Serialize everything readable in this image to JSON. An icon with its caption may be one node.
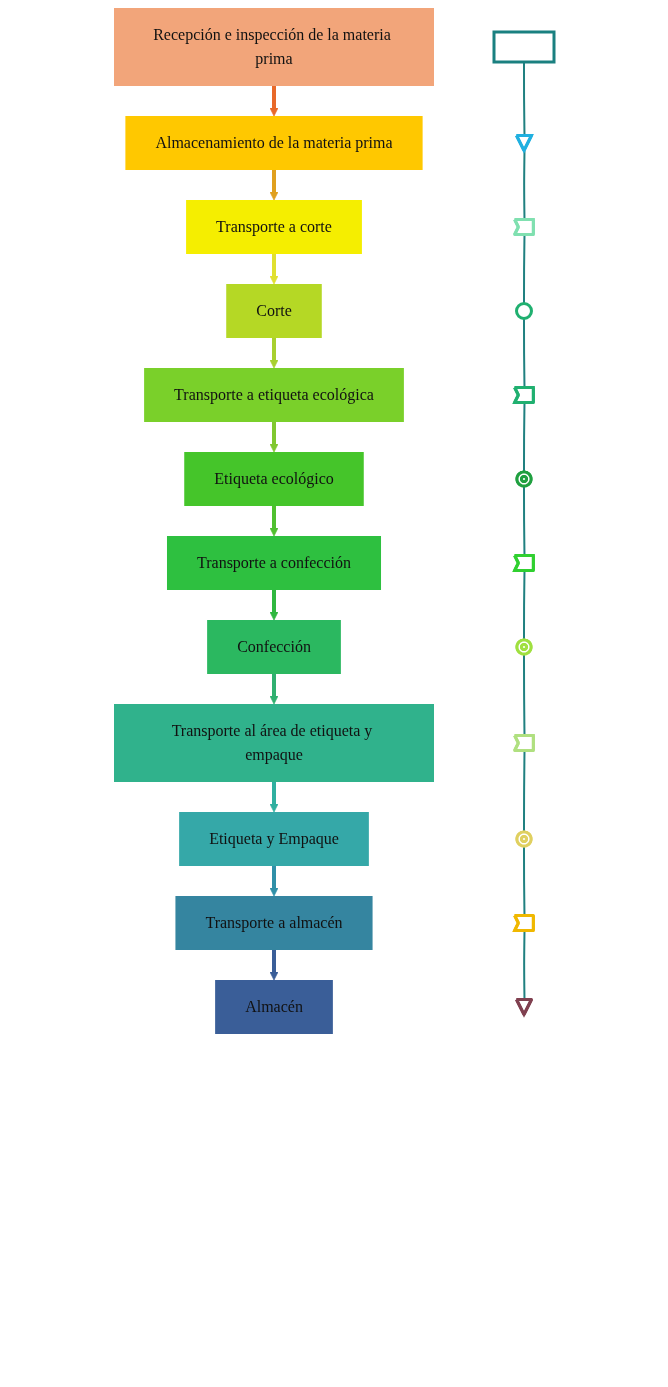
{
  "diagram": {
    "nodes": [
      {
        "text": [
          "Recepción e inspección de la materia prima"
        ]
      },
      {
        "text": [
          "Almacenamiento  de la materia prima"
        ]
      },
      {
        "text": [
          "Transporte a corte"
        ]
      },
      {
        "text": [
          "Corte"
        ]
      },
      {
        "text": [
          "Transporte a etiqueta ecológica"
        ]
      },
      {
        "text": [
          "Etiqueta ecológico"
        ]
      },
      {
        "text": [
          "Transporte a confección"
        ]
      },
      {
        "text": [
          "Confección"
        ]
      },
      {
        "text": [
          "Transporte al área de etiqueta y empaque"
        ]
      },
      {
        "text": [
          "Etiqueta y Empaque"
        ]
      },
      {
        "text": [
          "Transporte a almacén"
        ]
      },
      {
        "text": [
          "Almacén"
        ]
      },
      {
        "text": [],
        "shape": "box"
      },
      {
        "text": [],
        "shape": "triangle"
      },
      {
        "text": [],
        "shape": "arrow"
      },
      {
        "text": [],
        "shape": "circle"
      },
      {
        "text": [],
        "shape": "arrow"
      },
      {
        "text": [],
        "shape": "combined"
      },
      {
        "text": [],
        "shape": "arrow"
      },
      {
        "text": [],
        "shape": "combined"
      },
      {
        "text": [],
        "shape": "arrow"
      },
      {
        "text": [],
        "shape": "combined"
      },
      {
        "text": [],
        "shape": "arrow"
      },
      {
        "text": [],
        "shape": "triangle"
      }
    ],
    "edges": [
      {
        "from": 0,
        "to": 1,
        "arrow": "to",
        "color": "#e8692a"
      },
      {
        "from": 1,
        "to": 2,
        "arrow": "to",
        "color": "#e0a020"
      },
      {
        "from": 2,
        "to": 3,
        "arrow": "to",
        "color": "#e0e030"
      },
      {
        "from": 3,
        "to": 4,
        "arrow": "to",
        "color": "#a8d030"
      },
      {
        "from": 4,
        "to": 5,
        "arrow": "to",
        "color": "#80c830"
      },
      {
        "from": 5,
        "to": 6,
        "arrow": "to",
        "color": "#50c030"
      },
      {
        "from": 6,
        "to": 7,
        "arrow": "to",
        "color": "#30b840"
      },
      {
        "from": 7,
        "to": 8,
        "arrow": "to",
        "color": "#30b070"
      },
      {
        "from": 8,
        "to": 9,
        "arrow": "to",
        "color": "#30b0a0"
      },
      {
        "from": 9,
        "to": 10,
        "arrow": "to",
        "color": "#3090a8"
      },
      {
        "from": 10,
        "to": 11,
        "arrow": "to",
        "color": "#3a5e98"
      },
      {
        "from": 12,
        "to": 13,
        "arrow": "none"
      },
      {
        "from": 13,
        "to": 14,
        "arrow": "none"
      },
      {
        "from": 14,
        "to": 15,
        "arrow": "none"
      },
      {
        "from": 15,
        "to": 16,
        "arrow": "none"
      },
      {
        "from": 16,
        "to": 17,
        "arrow": "none"
      },
      {
        "from": 17,
        "to": 18,
        "arrow": "none"
      },
      {
        "from": 18,
        "to": 19,
        "arrow": "none"
      },
      {
        "from": 19,
        "to": 20,
        "arrow": "none"
      },
      {
        "from": 20,
        "to": 21,
        "arrow": "none"
      },
      {
        "from": 21,
        "to": 22,
        "arrow": "none"
      },
      {
        "from": 22,
        "to": 23,
        "arrow": "none"
      }
    ]
  }
}
